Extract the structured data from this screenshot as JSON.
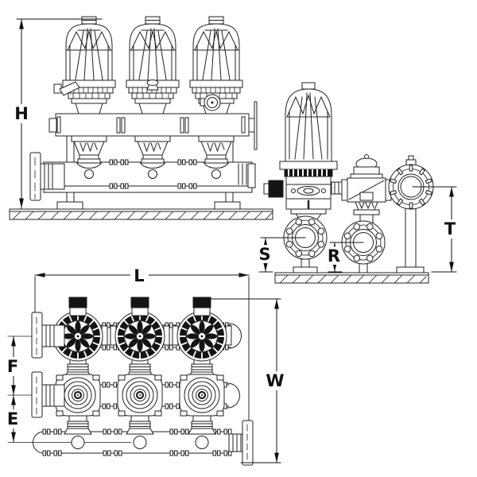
{
  "drawing": {
    "type": "technical-orthographic-drawing",
    "subject": "three-unit disc filter battery with manifolds, butterfly valves and flanges",
    "colors": {
      "line": "#222222",
      "dimension_line": "#111111",
      "background": "#ffffff",
      "solid_fill": "#141414"
    },
    "views": {
      "front": {
        "dimension_labels": {
          "overall_height": "H"
        }
      },
      "side": {
        "dimension_labels": {
          "inlet_valve_center_height": "S",
          "outlet_valve_center_height": "R",
          "flange_center_height": "T"
        }
      },
      "plan": {
        "dimension_labels": {
          "overall_length": "L",
          "manifold_spacing": "F",
          "drain_offset": "E",
          "overall_width": "W"
        }
      }
    }
  }
}
